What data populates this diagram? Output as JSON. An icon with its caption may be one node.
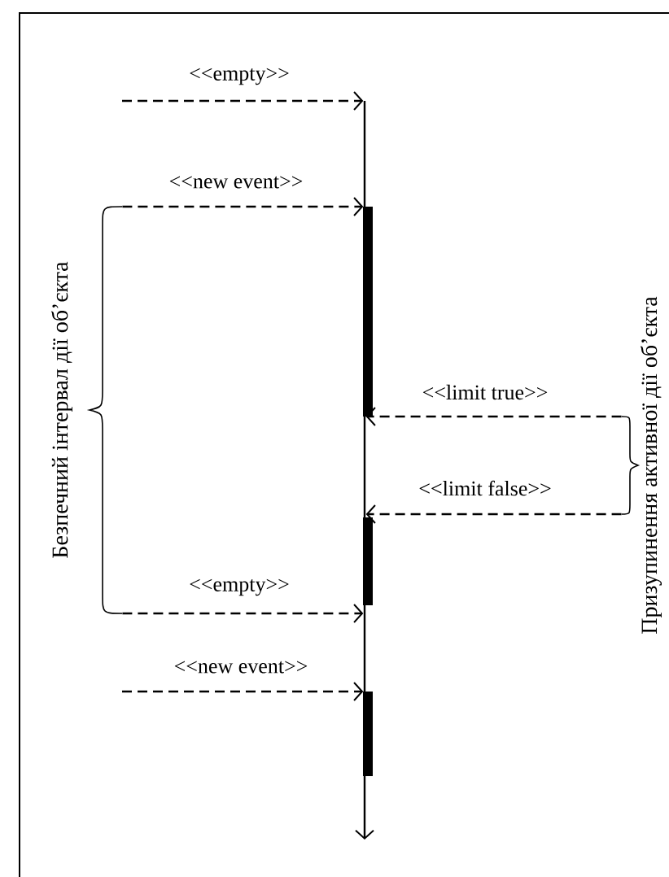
{
  "diagram": {
    "nodes": [
      {
        "text": [],
        "shape": "bar"
      },
      {
        "text": [
          "Безпечний інтервал дії об’єкта"
        ]
      },
      {
        "text": [
          "Призупинення активної дії об’єкта"
        ]
      }
    ],
    "edges": [
      {
        "from": null,
        "to": 0,
        "arrow": "to",
        "label": "<<empty>>",
        "style": "dashed"
      },
      {
        "from": 1,
        "to": 0,
        "arrow": "to",
        "label": "<<new event>>",
        "style": "dashed"
      },
      {
        "from": 2,
        "to": 0,
        "arrow": "to",
        "label": "<<limit true>>",
        "style": "dashed"
      },
      {
        "from": 2,
        "to": 0,
        "arrow": "to",
        "label": "<<limit false>>",
        "style": "dashed"
      },
      {
        "from": 1,
        "to": 0,
        "arrow": "to",
        "label": "<<empty>>",
        "style": "dashed"
      },
      {
        "from": null,
        "to": 0,
        "arrow": "to",
        "label": "<<new event>>",
        "style": "dashed"
      }
    ]
  }
}
